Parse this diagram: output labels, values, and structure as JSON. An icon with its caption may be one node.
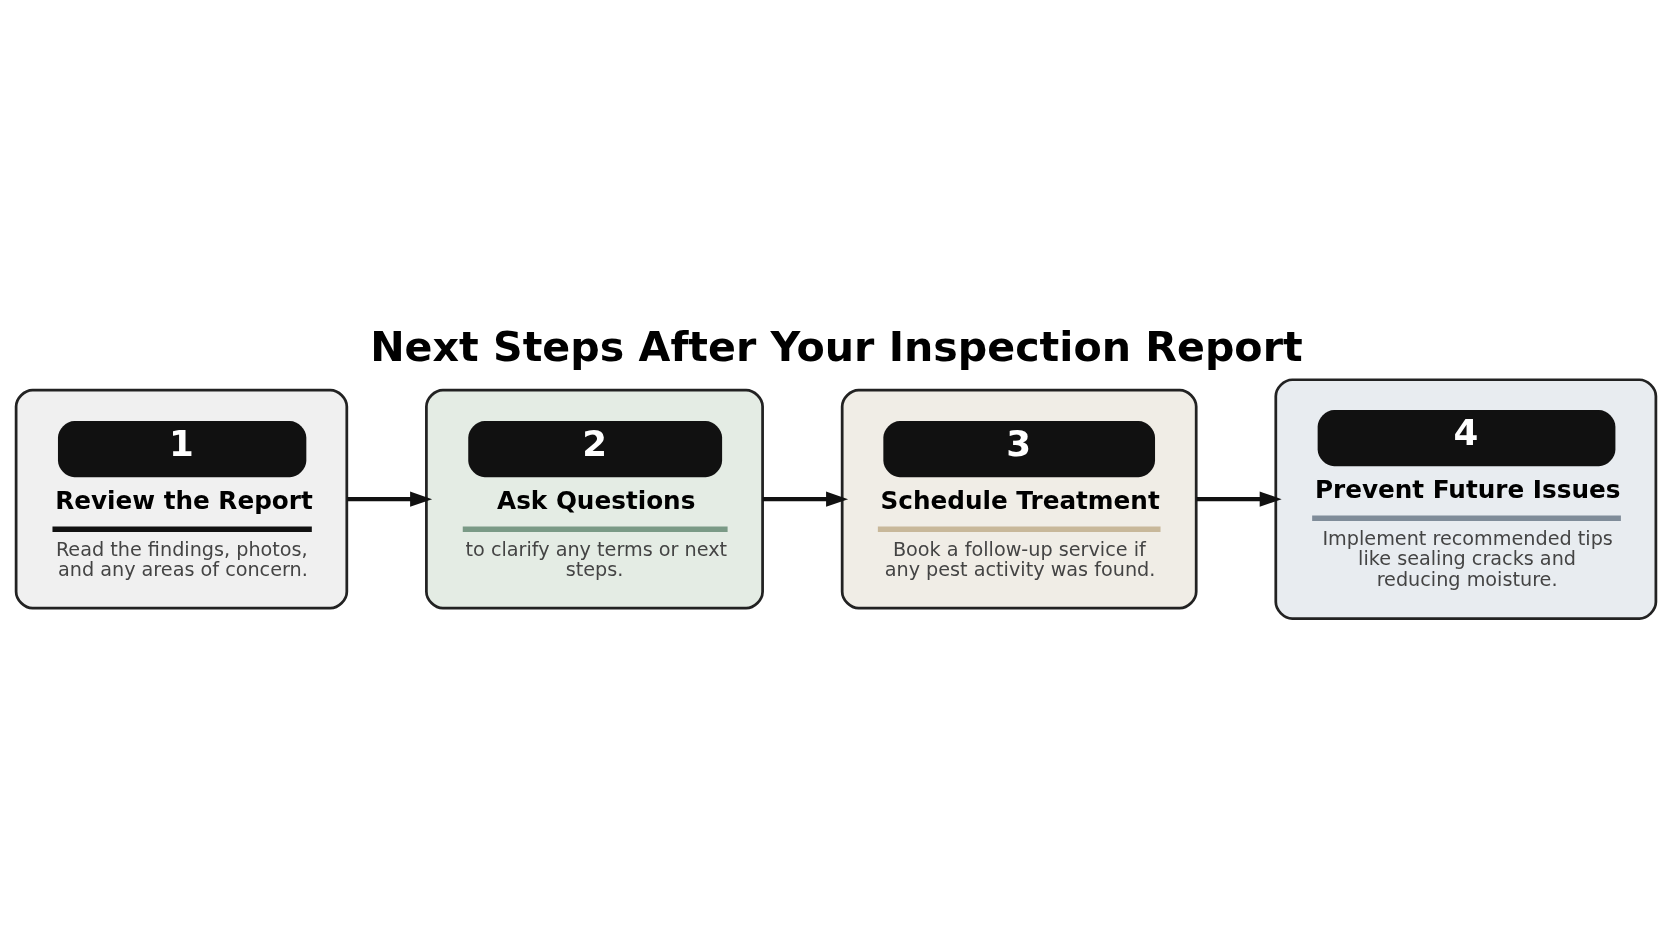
{
  "diagram": {
    "title": "Next Steps After Your Inspection Report",
    "nodes": [
      {
        "text": [
          "1",
          "Review the Report",
          "Read the findings, photos, and any areas of concern."
        ]
      },
      {
        "text": [
          "2",
          "Ask Questions",
          "to clarify any terms or next steps."
        ]
      },
      {
        "text": [
          "3",
          "Schedule Treatment",
          "Book a follow-up service if any pest activity was found."
        ]
      },
      {
        "text": [
          "4",
          "Prevent Future Issues",
          "Implement recommended tips like sealing cracks and reducing moisture."
        ]
      }
    ],
    "edges": [
      {
        "from": 0,
        "to": 1,
        "arrow": "to"
      },
      {
        "from": 1,
        "to": 2,
        "arrow": "to"
      },
      {
        "from": 2,
        "to": 3,
        "arrow": "to"
      }
    ]
  }
}
